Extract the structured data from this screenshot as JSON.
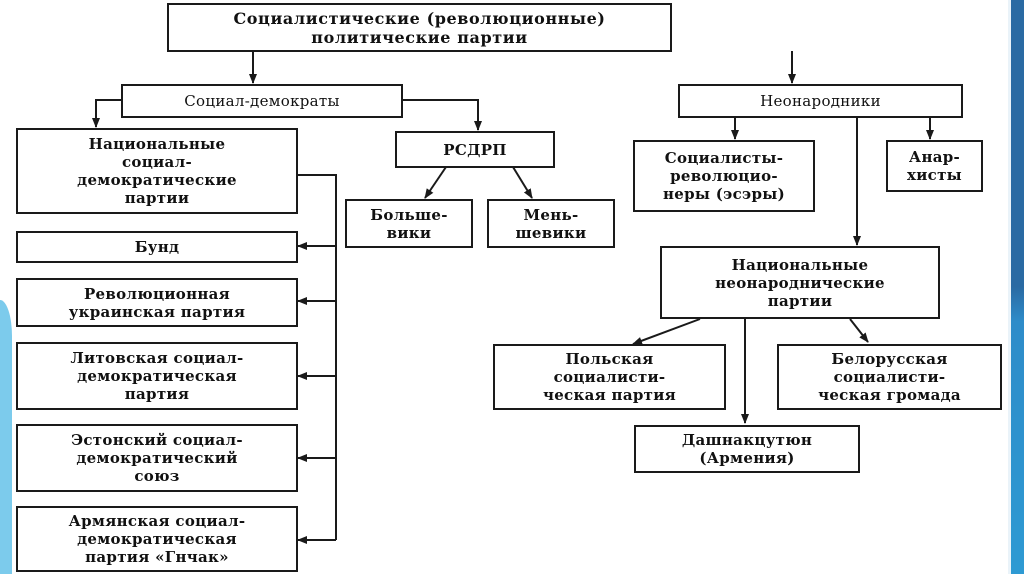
{
  "diagram": {
    "root": "Социалистические (революционные)\nполитические партии",
    "social_democrats": {
      "label": "Социал-демократы",
      "national": "Национальные\nсоциал-\nдемократические\nпартии",
      "rsdrp": "РСДРП",
      "bolsheviks": "Больше-\nвики",
      "mensheviks": "Мень-\nшевики",
      "national_parties": [
        "Бунд",
        "Революционная\nукраинская партия",
        "Литовская социал-\nдемократическая\nпартия",
        "Эстонский социал-\nдемократический\nсоюз",
        "Армянская социал-\nдемократическая\nпартия «Гнчак»"
      ]
    },
    "neonarodniki": {
      "label": "Неонародники",
      "sr": "Социалисты-\nреволюцио-\nнеры (эсэры)",
      "anarchists": "Анар-\nхисты",
      "national": "Национальные\nнеонароднические\nпартии",
      "polish": "Польская\nсоциалисти-\nческая партия",
      "belarus": "Белорусская\nсоциалисти-\nческая громада",
      "dashnak": "Дашнакцутюн\n(Армения)"
    }
  },
  "colors": {
    "line": "#1a1a1a",
    "accent_right": "#2a6aa3",
    "accent_left": "#7ccbec"
  }
}
